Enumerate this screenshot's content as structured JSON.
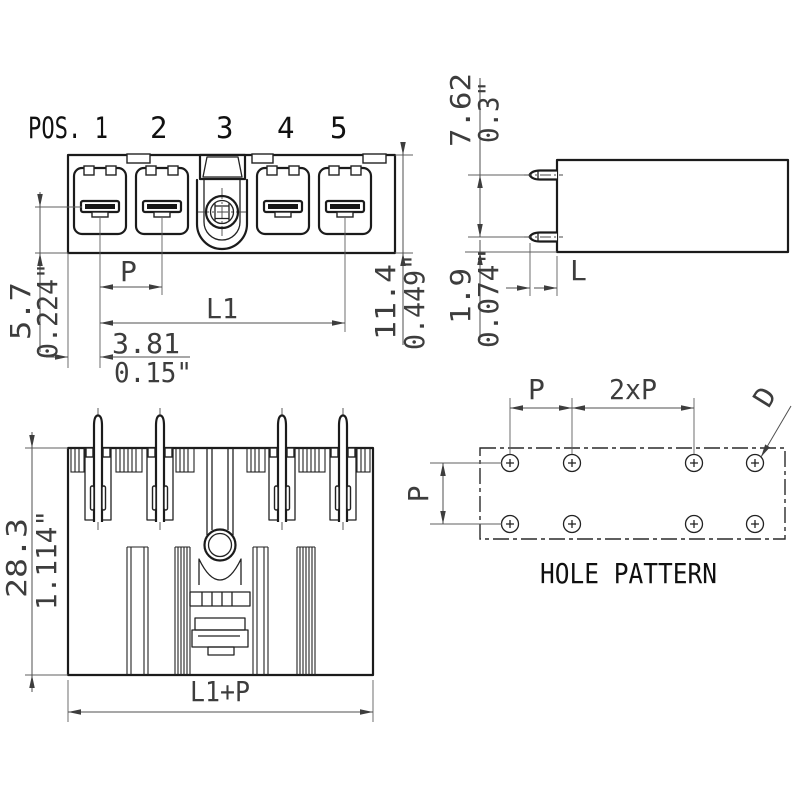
{
  "drawing": {
    "top_view": {
      "pos_label": "POS. 1",
      "pos_2": "2",
      "pos_3": "3",
      "pos_4": "4",
      "pos_5": "5",
      "dim_offset_mm": "5.7",
      "dim_offset_in": "0.224\"",
      "dim_pitch": "P",
      "dim_l1": "L1",
      "dim_half_pitch_mm": "3.81",
      "dim_half_pitch_in": "0.15\"",
      "dim_height_mm": "11.4",
      "dim_height_in": "0.449\""
    },
    "side_view": {
      "dim_pin_pitch_mm": "7.62",
      "dim_pin_pitch_in": "0.3\"",
      "dim_pin_offset_mm": "1.9",
      "dim_pin_offset_in": "0.074\"",
      "dim_length": "L"
    },
    "front_view": {
      "dim_height_mm": "28.3",
      "dim_height_in": "1.114\"",
      "dim_width": "L1+P"
    },
    "hole_pattern": {
      "title": "HOLE PATTERN",
      "dim_pitch": "P",
      "dim_double_pitch": "2xP",
      "dim_row_pitch": "P",
      "dim_diameter": "D"
    },
    "colors": {
      "line": "#1b1b1b",
      "dim_text": "#3d3d3d",
      "background": "#ffffff"
    }
  }
}
